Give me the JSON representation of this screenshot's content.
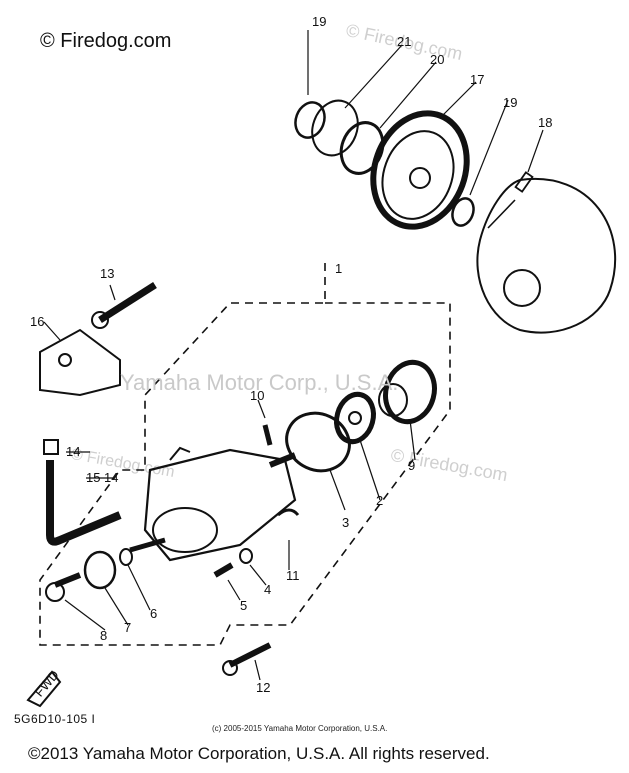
{
  "watermarks": {
    "site": "© Firedog.com",
    "overlay_main": "Yamaha Motor Corp., U.S.A.",
    "overlay_site_a": "© Firedog.com",
    "overlay_site_b": "© Firedog.com",
    "overlay_site_c": "© Firedog.com"
  },
  "diagram": {
    "code": "5G6D10-105 I",
    "small_copyright": "(c) 2005-2015 Yamaha Motor Corporation, U.S.A.",
    "callouts": [
      "1",
      "2",
      "3",
      "4",
      "5",
      "6",
      "7",
      "8",
      "9",
      "10",
      "11",
      "12",
      "13",
      "14",
      "15",
      "14",
      "16",
      "17",
      "18",
      "19",
      "19",
      "20",
      "21"
    ],
    "fwd_label": "FWD"
  },
  "footer": {
    "copyright": "©2013 Yamaha Motor Corporation, U.S.A. All rights reserved."
  },
  "colors": {
    "line": "#111111",
    "watermark": "#c9c9c9"
  }
}
